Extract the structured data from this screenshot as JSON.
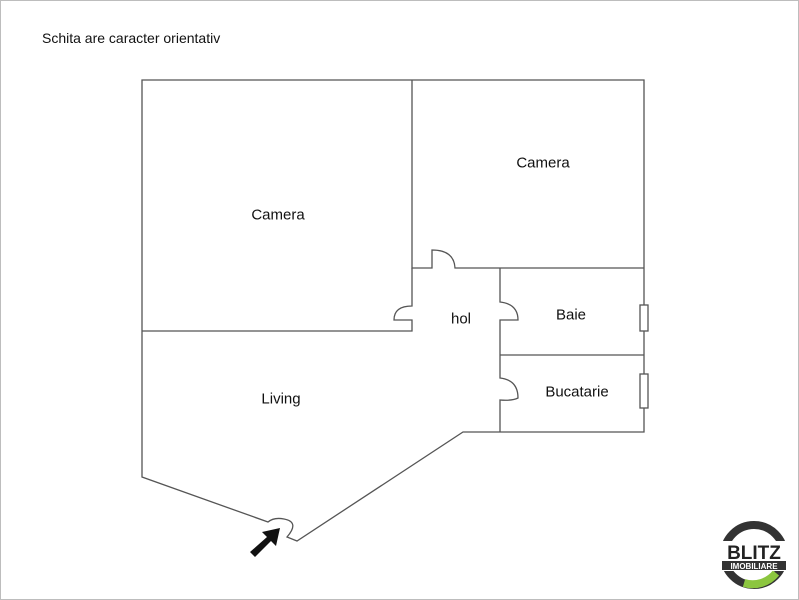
{
  "note": "Schita are caracter orientativ",
  "rooms": {
    "camera1": "Camera",
    "camera2": "Camera",
    "hol": "hol",
    "baie": "Baie",
    "bucatarie": "Bucatarie",
    "living": "Living"
  },
  "logo": {
    "brand": "BLITZ",
    "sub": "IMOBILIARE",
    "ring_color": "#333333",
    "accent_color": "#8cc63f"
  },
  "entrance_icon": "arrow-icon"
}
